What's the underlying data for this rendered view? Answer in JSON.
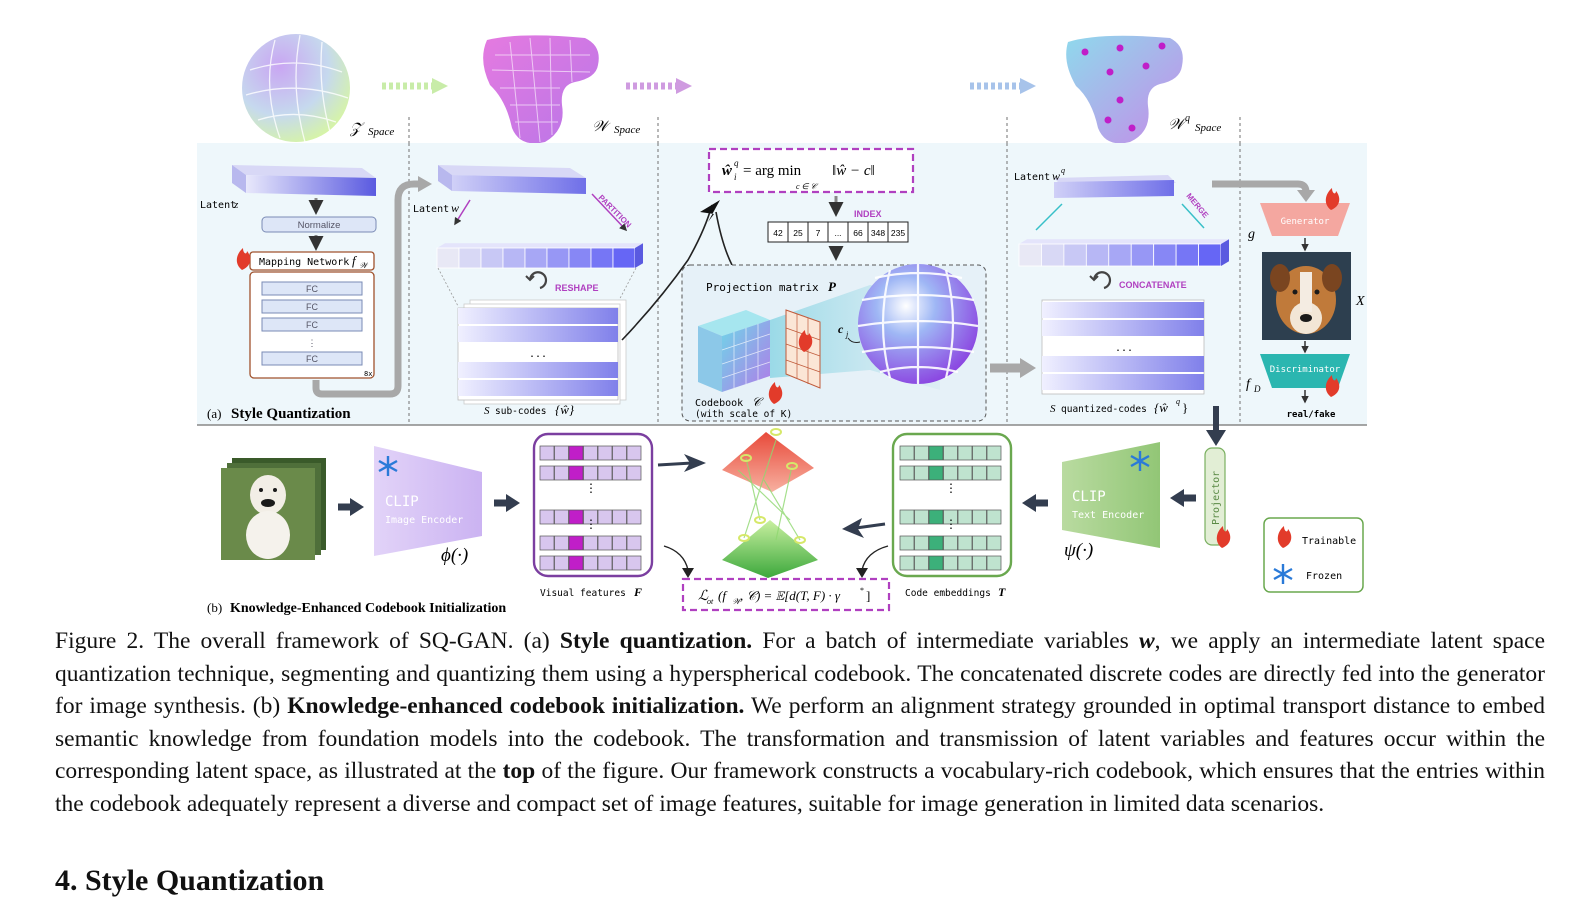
{
  "figure": {
    "spaces": {
      "z": "𝒵",
      "w": "𝒲",
      "wq": "𝒲",
      "wq_sup": "q",
      "suffix": "Space"
    },
    "panel_a": {
      "label_prefix": "(a)",
      "label": "Style Quantization",
      "latent_z": "Latent",
      "latent_z_sym": "z",
      "normalize": "Normalize",
      "mapping_network": "Mapping Network",
      "mapping_sym": "f",
      "mapping_sub": "𝒲",
      "fc_labels": [
        "FC",
        "FC",
        "FC",
        "⋮",
        "FC"
      ],
      "repeat": "8x",
      "latent_w": "Latent",
      "latent_w_sym": "w",
      "partition": "PARTITION",
      "reshape": "RESHAPE",
      "subcodes_ellipsis": "...",
      "subcodes_label": "sub-codes",
      "subcodes_s": "S",
      "subcodes_set": "{ŵ}",
      "argmin_lhs": "ŵ",
      "argmin_sup": "q",
      "argmin_sub": "i",
      "argmin_eq": "= arg min",
      "argmin_under": "c ∈ 𝒞",
      "argmin_rhs": "‖ŵ − c‖",
      "index_label": "INDEX",
      "index_values": [
        "42",
        "25",
        "7",
        "...",
        "66",
        "348",
        "235"
      ],
      "projection_label": "Projection matrix",
      "projection_sym": "P",
      "cj_label": "c",
      "cj_sub": "j",
      "codebook_label": "Codebook",
      "codebook_sym": "𝒞",
      "codebook_scale": "(with scale of K)",
      "latent_wq": "Latent",
      "latent_wq_sym": "w",
      "latent_wq_sup": "q",
      "merge": "MERGE",
      "concatenate": "CONCATENATE",
      "quant_ellipsis": "...",
      "quant_label": "quantized-codes",
      "quant_s": "S",
      "quant_set": "{ŵ",
      "quant_set_sup": "q",
      "quant_set_close": "}",
      "generator": "Generator",
      "g_label": "g",
      "x_label": "X",
      "discriminator": "Discriminator",
      "fd_label": "f",
      "fd_sub": "D",
      "real_fake": "real/fake"
    },
    "panel_b": {
      "label_prefix": "(b)",
      "label": "Knowledge-Enhanced Codebook Initialization",
      "clip_image": "CLIP",
      "clip_image_sub": "Image Encoder",
      "phi": "ϕ(·)",
      "visual_features": "Visual features",
      "visual_sym": "F",
      "code_embeddings": "Code embeddings",
      "code_sym": "T",
      "loss_lhs": "ℒ",
      "loss_sub": "ot",
      "loss_args": "(f",
      "loss_args_sub": "𝒲",
      "loss_rest": ", 𝒞) = 𝔼[d(T, F) · γ",
      "loss_sup": "*",
      "loss_end": "]",
      "clip_text": "CLIP",
      "clip_text_sub": "Text Encoder",
      "psi": "ψ(·)",
      "projector": "Projector",
      "legend_trainable": "Trainable",
      "legend_frozen": "Frozen"
    }
  },
  "caption": {
    "prefix": "Figure 2. The overall framework of SQ-GAN. (a) ",
    "bold1": "Style quantization.",
    "text1": " For a batch of intermediate variables ",
    "var_w": "w",
    "text2": ", we apply an intermediate latent space quantization technique, segmenting and quantizing them using a hyperspherical codebook. The concatenated discrete codes are directly fed into the generator for image synthesis. (b) ",
    "bold2": "Knowledge-enhanced codebook initialization.",
    "text3": " We perform an alignment strategy grounded in optimal transport distance to embed semantic knowledge from foundation models into the codebook.  The transformation and transmission of latent variables and features occur within the corresponding latent space, as illustrated at the ",
    "bold3": "top",
    "text4": " of the figure.  Our framework constructs a vocabulary-rich codebook, which ensures that the entries within the codebook adequately represent a diverse and compact set of image features, suitable for image generation in limited data scenarios."
  },
  "section_heading": "4. Style Quantization",
  "colors": {
    "panel_bg": "#eef7fb",
    "purple": "#7b3fa0",
    "magenta": "#c01ec8",
    "green": "#6aa84f",
    "generator": "#f4a7a0",
    "discriminator": "#2bb6b0",
    "clip_image": "#d9c8f5",
    "clip_text": "#a9d18e"
  }
}
